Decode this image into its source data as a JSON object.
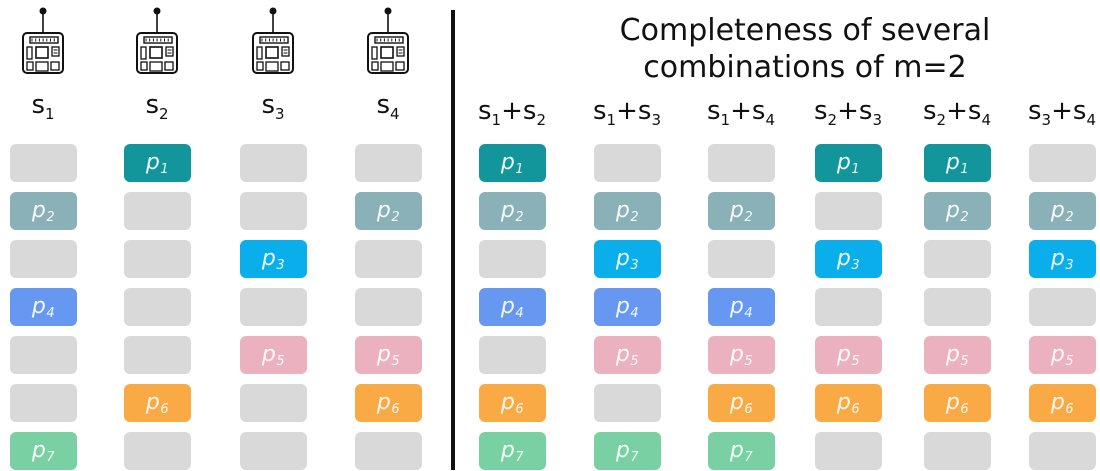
{
  "title_line1": "Completeness of several",
  "title_line2": "combinations of m=2",
  "colors": {
    "empty": "#d9d9d9",
    "p1": "#13969b",
    "p2": "#8ab0b8",
    "p3": "#0aaeea",
    "p4": "#6798f1",
    "p5": "#ebb1bf",
    "p6": "#f9aa45",
    "p7": "#79d1a3",
    "text": "#111111"
  },
  "sensors": [
    {
      "name": "s",
      "sub": "1",
      "icon": "sensor-board-icon",
      "cells": [
        "",
        "p2",
        "",
        "p4",
        "",
        "",
        "p7"
      ]
    },
    {
      "name": "s",
      "sub": "2",
      "icon": "sensor-board-icon",
      "cells": [
        "p1",
        "",
        "",
        "",
        "",
        "p6",
        ""
      ]
    },
    {
      "name": "s",
      "sub": "3",
      "icon": "sensor-board-icon",
      "cells": [
        "",
        "",
        "p3",
        "",
        "p5",
        "",
        ""
      ]
    },
    {
      "name": "s",
      "sub": "4",
      "icon": "sensor-board-icon",
      "cells": [
        "",
        "p2",
        "",
        "",
        "p5",
        "p6",
        ""
      ]
    }
  ],
  "combinations": [
    {
      "a": "s",
      "a_sub": "1",
      "b": "s",
      "b_sub": "2",
      "cells": [
        "p1",
        "p2",
        "",
        "p4",
        "",
        "p6",
        "p7"
      ]
    },
    {
      "a": "s",
      "a_sub": "1",
      "b": "s",
      "b_sub": "3",
      "cells": [
        "",
        "p2",
        "p3",
        "p4",
        "p5",
        "",
        "p7"
      ]
    },
    {
      "a": "s",
      "a_sub": "1",
      "b": "s",
      "b_sub": "4",
      "cells": [
        "",
        "p2",
        "",
        "p4",
        "p5",
        "p6",
        "p7"
      ]
    },
    {
      "a": "s",
      "a_sub": "2",
      "b": "s",
      "b_sub": "3",
      "cells": [
        "p1",
        "",
        "p3",
        "",
        "p5",
        "p6",
        ""
      ]
    },
    {
      "a": "s",
      "a_sub": "2",
      "b": "s",
      "b_sub": "4",
      "cells": [
        "p1",
        "p2",
        "",
        "",
        "p5",
        "p6",
        ""
      ]
    },
    {
      "a": "s",
      "a_sub": "3",
      "b": "s",
      "b_sub": "4",
      "cells": [
        "",
        "p2",
        "p3",
        "",
        "p5",
        "p6",
        ""
      ]
    }
  ],
  "param_labels": {
    "p1": {
      "p": "p",
      "sub": "1"
    },
    "p2": {
      "p": "p",
      "sub": "2"
    },
    "p3": {
      "p": "p",
      "sub": "3"
    },
    "p4": {
      "p": "p",
      "sub": "4"
    },
    "p5": {
      "p": "p",
      "sub": "5"
    },
    "p6": {
      "p": "p",
      "sub": "6"
    },
    "p7": {
      "p": "p",
      "sub": "7"
    }
  },
  "plus": "+"
}
